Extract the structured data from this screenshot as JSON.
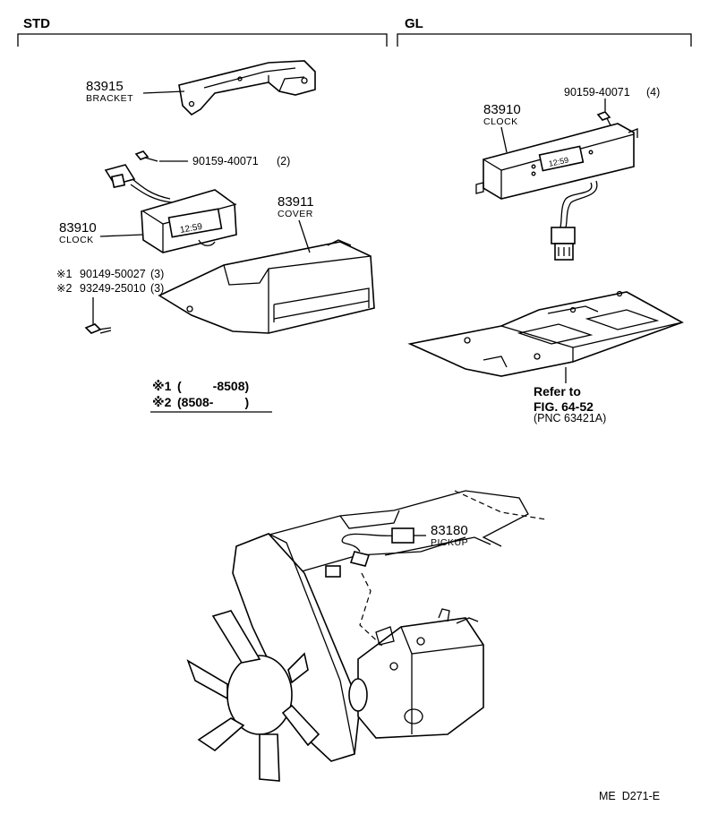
{
  "sections": {
    "std": "STD",
    "gl": "GL"
  },
  "std": {
    "bracket": {
      "number": "83915",
      "name": "BRACKET"
    },
    "screw": {
      "part": "90159-40071",
      "qty": "(2)"
    },
    "clock": {
      "number": "83910",
      "name": "CLOCK"
    },
    "cover": {
      "number": "83911",
      "name": "COVER"
    },
    "screw_alt": [
      {
        "mark": "※1",
        "part": "90149-50027",
        "qty": "(3)"
      },
      {
        "mark": "※2",
        "part": "93249-25010",
        "qty": "(3)"
      }
    ],
    "legend": [
      {
        "mark": "※1",
        "range": "(         -8508)"
      },
      {
        "mark": "※2",
        "range": "(8508-         )"
      }
    ],
    "clock_display": "12:59"
  },
  "gl": {
    "screw": {
      "part": "90159-40071",
      "qty": "(4)"
    },
    "clock": {
      "number": "83910",
      "name": "CLOCK"
    },
    "refer": {
      "line1": "Refer to",
      "line2": "FIG. 64-52",
      "line3": "(PNC 63421A)"
    },
    "clock_display": "12:59"
  },
  "engine": {
    "pickup": {
      "number": "83180",
      "name": "PICKUP"
    }
  },
  "footer": {
    "code": "ME  D271-E"
  }
}
